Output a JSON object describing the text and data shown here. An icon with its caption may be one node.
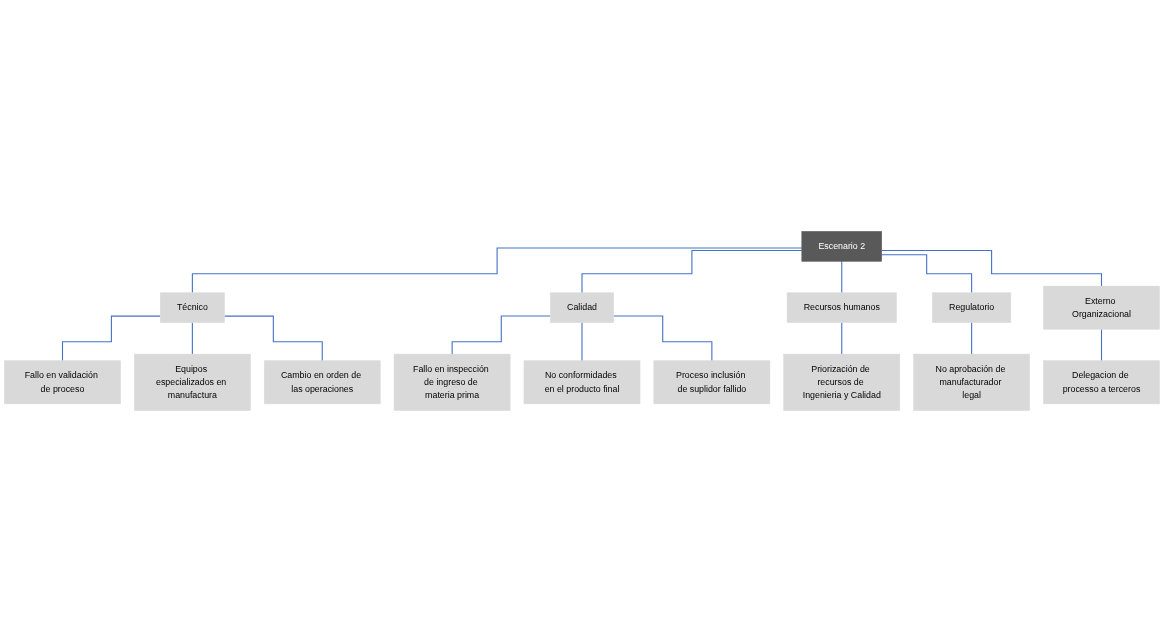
{
  "diagram": {
    "nodes": [
      {
        "text": [
          "Escenario 2"
        ]
      },
      {
        "text": [
          "Técnico"
        ]
      },
      {
        "text": [
          "Calidad"
        ]
      },
      {
        "text": [
          "Recursos humanos"
        ]
      },
      {
        "text": [
          "Regulatorio"
        ]
      },
      {
        "text": [
          "Externo Organizacional"
        ]
      },
      {
        "text": [
          "Fallo en validación de proceso"
        ]
      },
      {
        "text": [
          "Equipos especializados en manufactura"
        ]
      },
      {
        "text": [
          "Cambio en orden de las operaciones"
        ]
      },
      {
        "text": [
          "Fallo en inspección de ingreso de materia prima"
        ]
      },
      {
        "text": [
          "No conformidades en el producto final"
        ]
      },
      {
        "text": [
          "Proceso inclusión de suplidor fallido"
        ]
      },
      {
        "text": [
          "Priorización de recursos de Ingenieria y Calidad"
        ]
      },
      {
        "text": [
          "No aprobación de manufacturador legal"
        ]
      },
      {
        "text": [
          "Delegacion de processo a terceros"
        ]
      }
    ],
    "edges": [
      {
        "from": 0,
        "to": 1,
        "arrow": "none"
      },
      {
        "from": 0,
        "to": 2,
        "arrow": "none"
      },
      {
        "from": 0,
        "to": 3,
        "arrow": "none"
      },
      {
        "from": 0,
        "to": 4,
        "arrow": "none"
      },
      {
        "from": 0,
        "to": 5,
        "arrow": "none"
      },
      {
        "from": 1,
        "to": 6,
        "arrow": "none"
      },
      {
        "from": 1,
        "to": 7,
        "arrow": "none"
      },
      {
        "from": 1,
        "to": 8,
        "arrow": "none"
      },
      {
        "from": 2,
        "to": 9,
        "arrow": "none"
      },
      {
        "from": 2,
        "to": 10,
        "arrow": "none"
      },
      {
        "from": 2,
        "to": 11,
        "arrow": "none"
      },
      {
        "from": 3,
        "to": 12,
        "arrow": "none"
      },
      {
        "from": 4,
        "to": 13,
        "arrow": "none"
      },
      {
        "from": 5,
        "to": 14,
        "arrow": "none"
      }
    ]
  }
}
